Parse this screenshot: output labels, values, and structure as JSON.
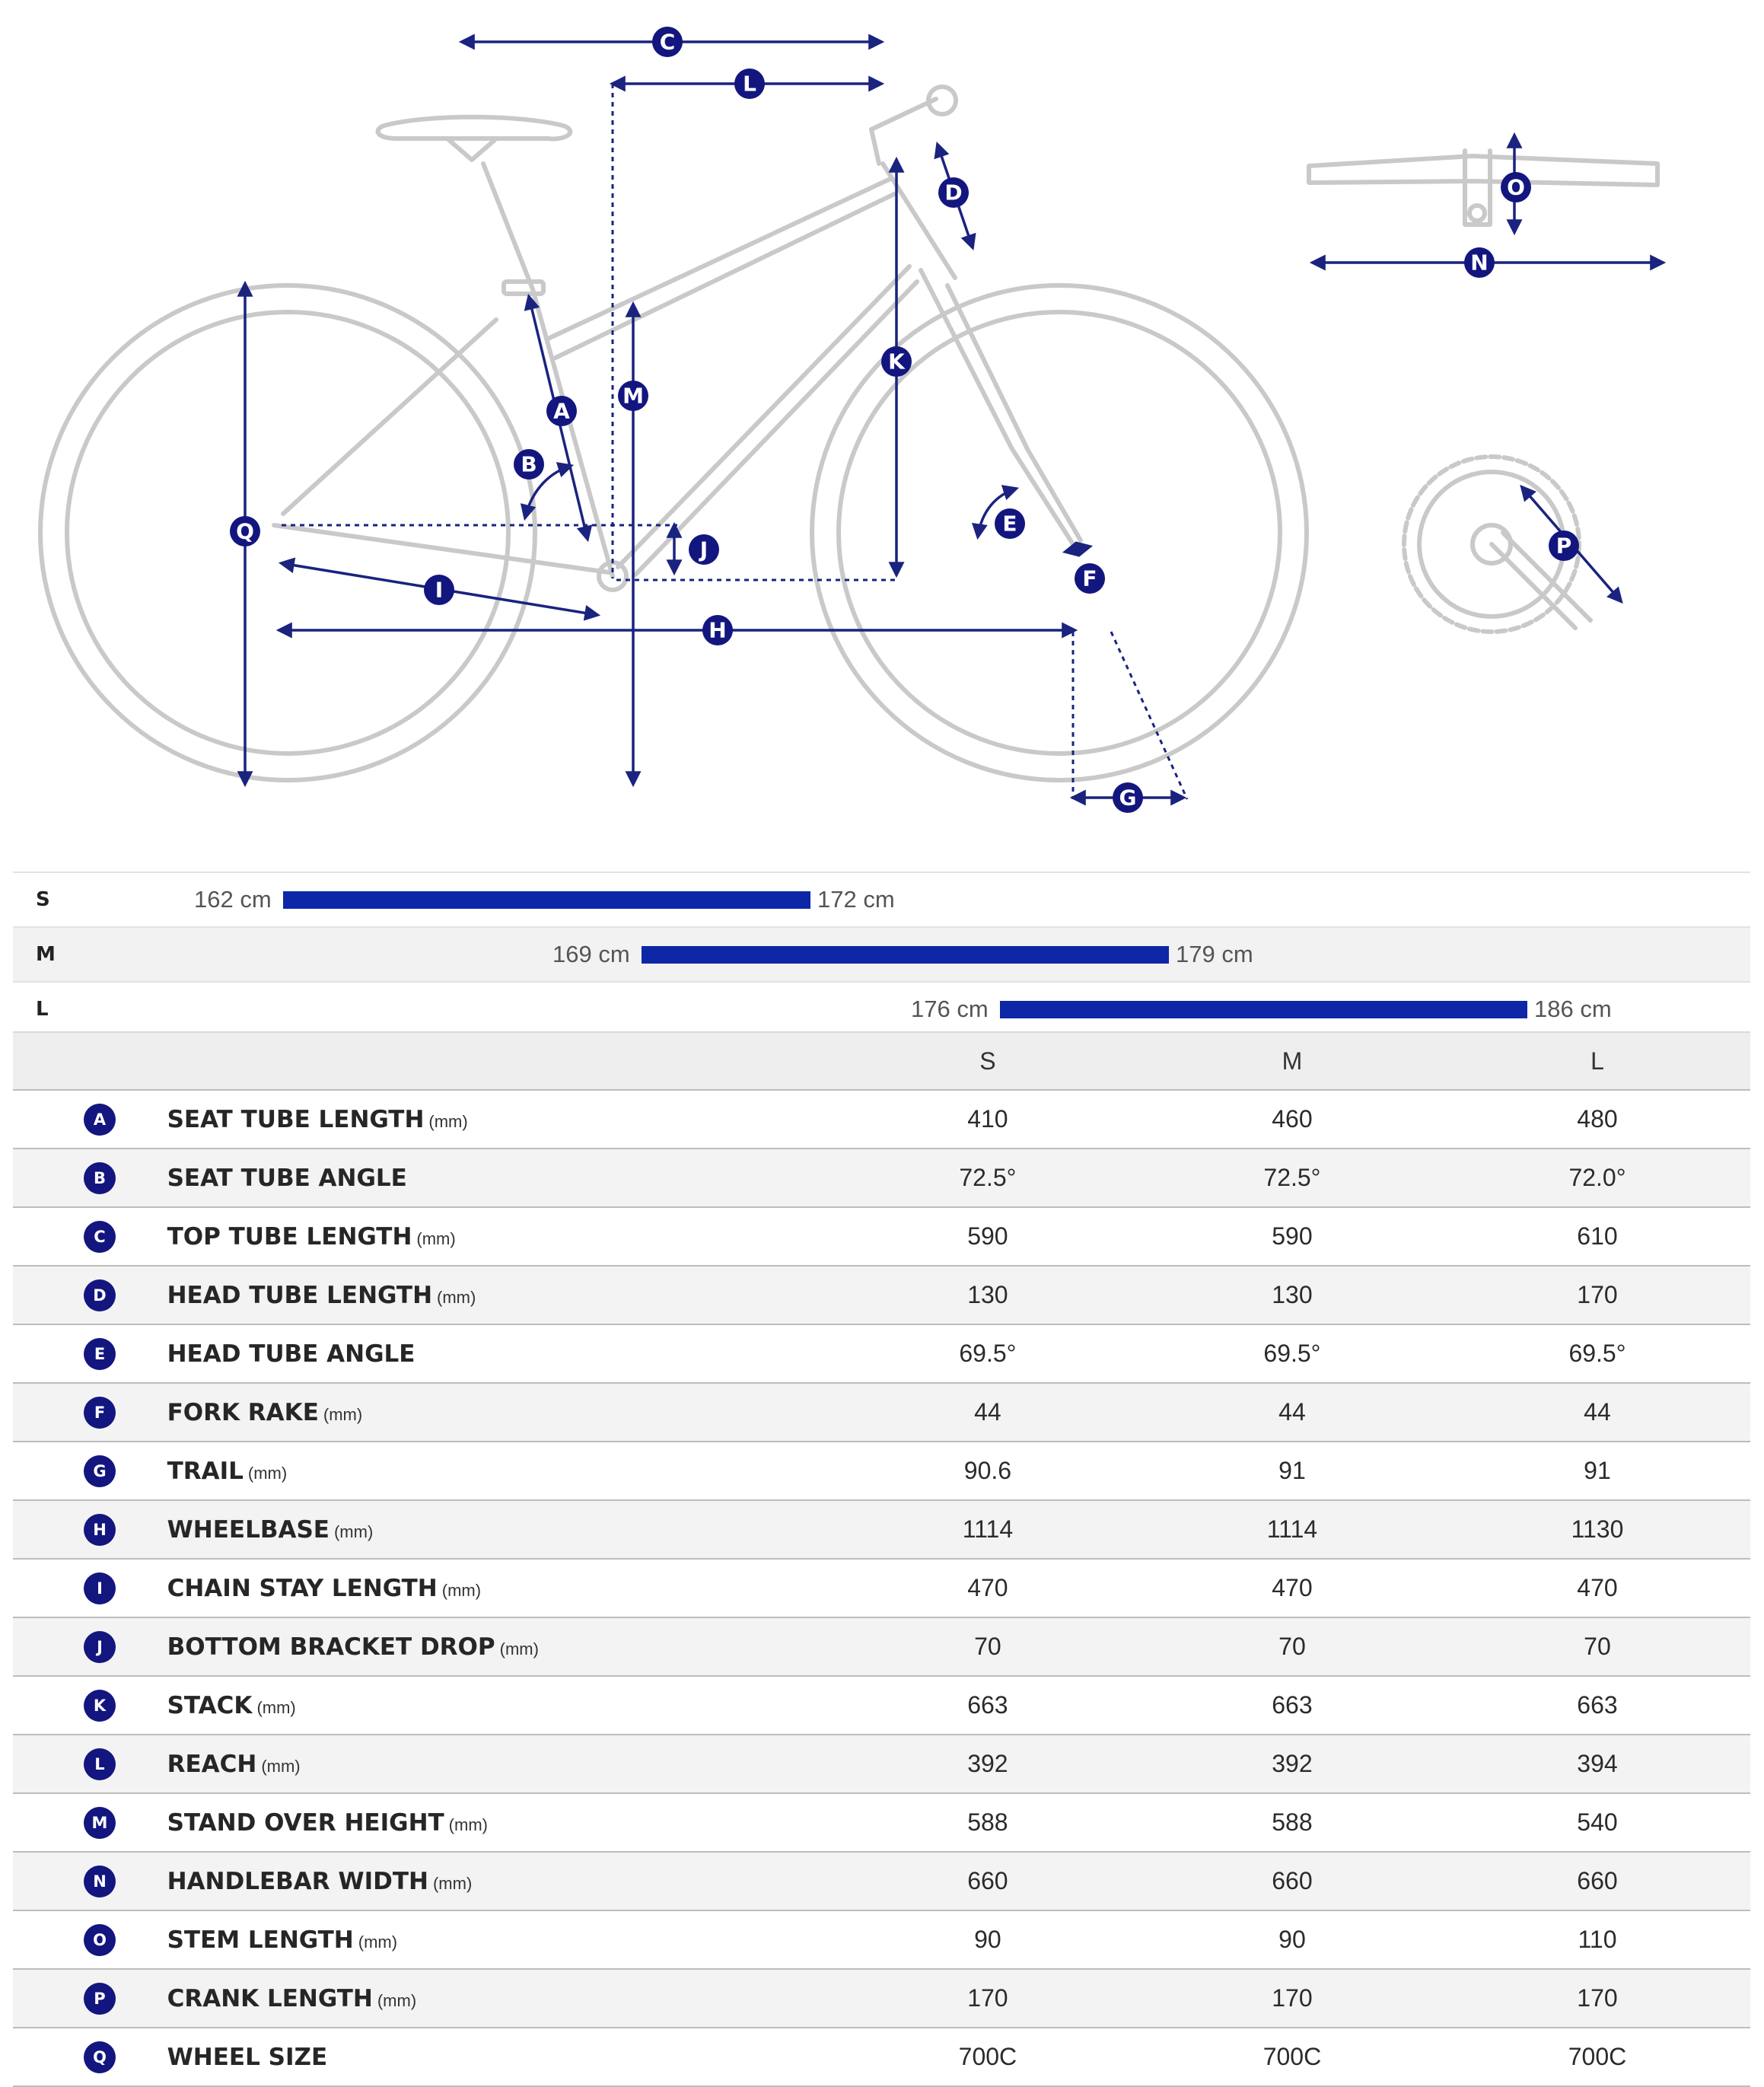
{
  "diagram": {
    "labels": [
      "C",
      "L",
      "D",
      "K",
      "M",
      "A",
      "B",
      "Q",
      "J",
      "E",
      "F",
      "I",
      "H",
      "G",
      "O",
      "N",
      "P"
    ]
  },
  "size_ranges": [
    {
      "size": "S",
      "min": "162 cm",
      "max": "172 cm"
    },
    {
      "size": "M",
      "min": "169 cm",
      "max": "179 cm"
    },
    {
      "size": "L",
      "min": "176 cm",
      "max": "186 cm"
    }
  ],
  "table": {
    "headers": [
      "S",
      "M",
      "L"
    ],
    "rows": [
      {
        "letter": "A",
        "name": "SEAT TUBE LENGTH",
        "unit": "(mm)",
        "values": [
          "410",
          "460",
          "480"
        ]
      },
      {
        "letter": "B",
        "name": "SEAT TUBE ANGLE",
        "unit": "",
        "values": [
          "72.5°",
          "72.5°",
          "72.0°"
        ]
      },
      {
        "letter": "C",
        "name": "TOP TUBE LENGTH",
        "unit": "(mm)",
        "values": [
          "590",
          "590",
          "610"
        ]
      },
      {
        "letter": "D",
        "name": "HEAD TUBE LENGTH",
        "unit": "(mm)",
        "values": [
          "130",
          "130",
          "170"
        ]
      },
      {
        "letter": "E",
        "name": "HEAD TUBE ANGLE",
        "unit": "",
        "values": [
          "69.5°",
          "69.5°",
          "69.5°"
        ]
      },
      {
        "letter": "F",
        "name": "FORK RAKE",
        "unit": "(mm)",
        "values": [
          "44",
          "44",
          "44"
        ]
      },
      {
        "letter": "G",
        "name": "TRAIL",
        "unit": "(mm)",
        "values": [
          "90.6",
          "91",
          "91"
        ]
      },
      {
        "letter": "H",
        "name": "WHEELBASE",
        "unit": "(mm)",
        "values": [
          "1114",
          "1114",
          "1130"
        ]
      },
      {
        "letter": "I",
        "name": "CHAIN STAY LENGTH",
        "unit": "(mm)",
        "values": [
          "470",
          "470",
          "470"
        ]
      },
      {
        "letter": "J",
        "name": "BOTTOM BRACKET DROP",
        "unit": "(mm)",
        "values": [
          "70",
          "70",
          "70"
        ]
      },
      {
        "letter": "K",
        "name": "STACK",
        "unit": "(mm)",
        "values": [
          "663",
          "663",
          "663"
        ]
      },
      {
        "letter": "L",
        "name": "REACH",
        "unit": "(mm)",
        "values": [
          "392",
          "392",
          "394"
        ]
      },
      {
        "letter": "M",
        "name": "STAND OVER HEIGHT",
        "unit": "(mm)",
        "values": [
          "588",
          "588",
          "540"
        ]
      },
      {
        "letter": "N",
        "name": "HANDLEBAR WIDTH",
        "unit": "(mm)",
        "values": [
          "660",
          "660",
          "660"
        ]
      },
      {
        "letter": "O",
        "name": "STEM LENGTH",
        "unit": "(mm)",
        "values": [
          "90",
          "90",
          "110"
        ]
      },
      {
        "letter": "P",
        "name": "CRANK LENGTH",
        "unit": "(mm)",
        "values": [
          "170",
          "170",
          "170"
        ]
      },
      {
        "letter": "Q",
        "name": "WHEEL SIZE",
        "unit": "",
        "values": [
          "700C",
          "700C",
          "700C"
        ]
      }
    ]
  }
}
